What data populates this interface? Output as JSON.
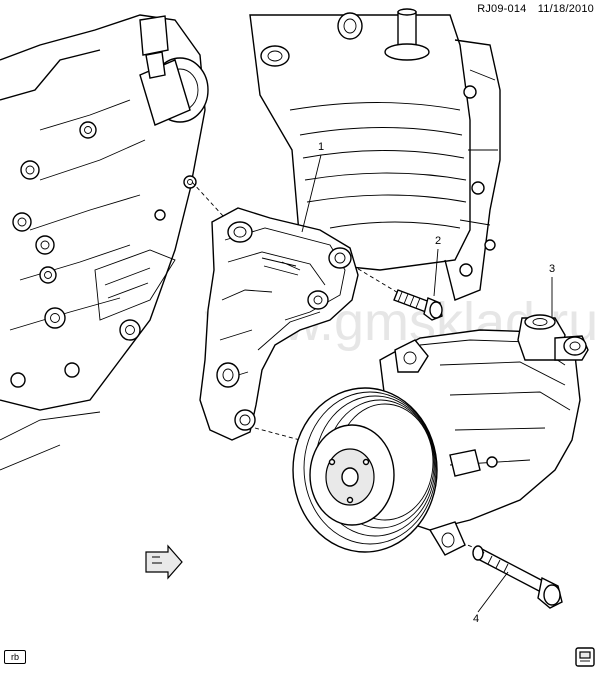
{
  "header": {
    "ref_code": "RJ09-014",
    "date": "11/18/2010"
  },
  "watermark": "www.gmsklad.ru",
  "callouts": [
    {
      "label": "1"
    },
    {
      "label": "2"
    },
    {
      "label": "3"
    },
    {
      "label": "4"
    }
  ],
  "footer": {
    "badge": "rb"
  },
  "icons": {
    "front_arrow": "front-direction-arrow-icon",
    "corner_badge": "corner-badge-icon"
  }
}
